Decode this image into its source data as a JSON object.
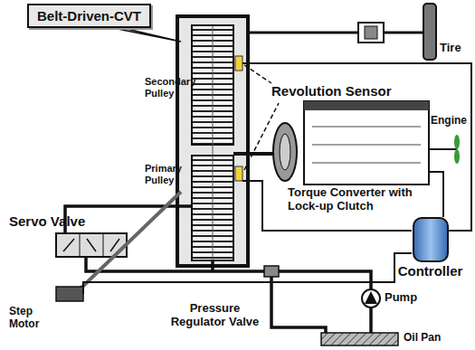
{
  "diagram": {
    "nodes": [
      {
        "text": [
          "Belt-Driven-CVT"
        ]
      },
      {
        "text": [
          "Controller"
        ]
      }
    ],
    "labels": [
      "Secondary Pulley",
      "Primary Pulley",
      "Revolution Sensor",
      "Tire",
      "Engine",
      "Torque Converter with Lock-up Clutch",
      "Servo Valve",
      "Pressure Regulator Valve",
      "Pump",
      "Step Motor",
      "Oil Pan"
    ]
  }
}
